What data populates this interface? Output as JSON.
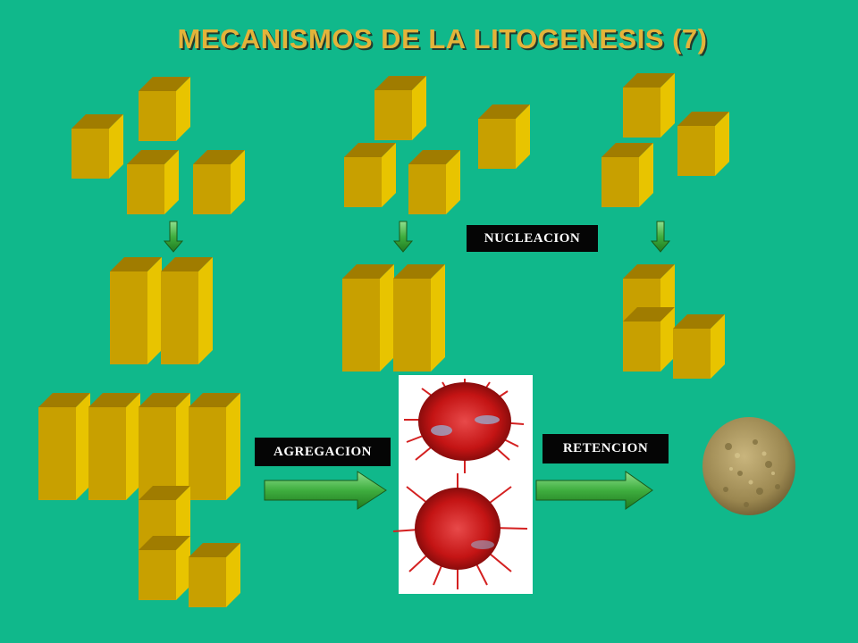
{
  "title": "MECANISMOS DE LA LITOGENESIS (7)",
  "labels": {
    "nucleation": "NUCLEACION",
    "aggregation": "AGREGACION",
    "retention": "RETENCION"
  },
  "colors": {
    "background": "#10b88b",
    "title": "#e3b33a",
    "cube_front": "#c8a000",
    "cube_top": "#a07c00",
    "cube_side": "#e8c400",
    "arrow_green": "#3fae3f",
    "crystal_red": "#cc1c1c",
    "stone": "#a8955e"
  },
  "icons": [
    "down-arrow-icon",
    "right-arrow-icon",
    "crystal-aggregate-image",
    "kidney-stone-image"
  ]
}
